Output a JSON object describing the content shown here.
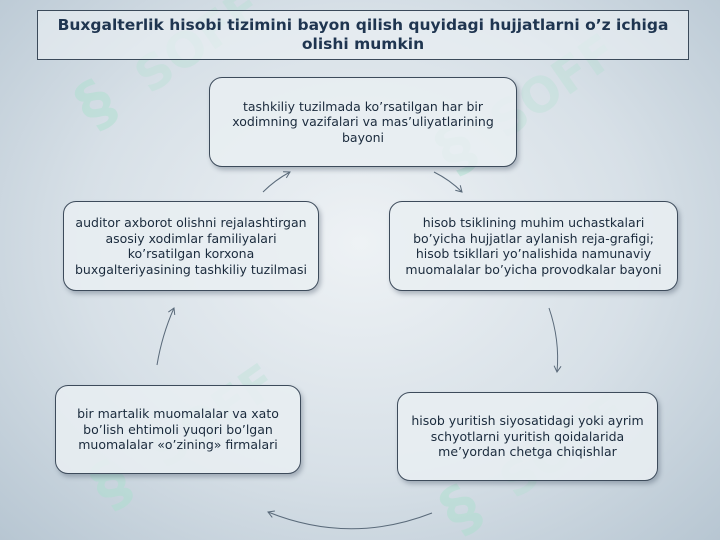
{
  "title": "Buxgalterlik hisobi tizimini bayon qilish quyidagi hujjatlarni o’z ichiga olishi mumkin",
  "nodes": [
    {
      "text": "tashkiliy tuzilmada ko’rsatilgan har bir xodimning vazifalari va mas’uliyatlarining bayoni"
    },
    {
      "text": "hisob tsiklining muhim uchastkalari bo’yicha hujjatlar aylanish reja-grafigi; hisob tsikllari yo’nalishida namunaviy muomalalar bo’yicha provodkalar bayoni"
    },
    {
      "text": "hisob yuritish siyosatidagi yoki ayrim schyotlarni yuritish qoidalarida me’yordan chetga chiqishlar"
    },
    {
      "text": "bir martalik muomalalar va xato bo’lish ehtimoli yuqori bo’lgan muomalalar «o’zining» firmalari"
    },
    {
      "text": "auditor axborot olishni rejalashtirgan asosiy xodimlar familiyalari ko’rsatilgan korxona buxgalteriyasining tashkiliy tuzilmasi"
    }
  ],
  "colors": {
    "border": "#3d4b5b",
    "text": "#1b2b3d",
    "title_text": "#1f3550",
    "arrow": "#5a6a7a",
    "watermark": "#9fdcc6"
  }
}
